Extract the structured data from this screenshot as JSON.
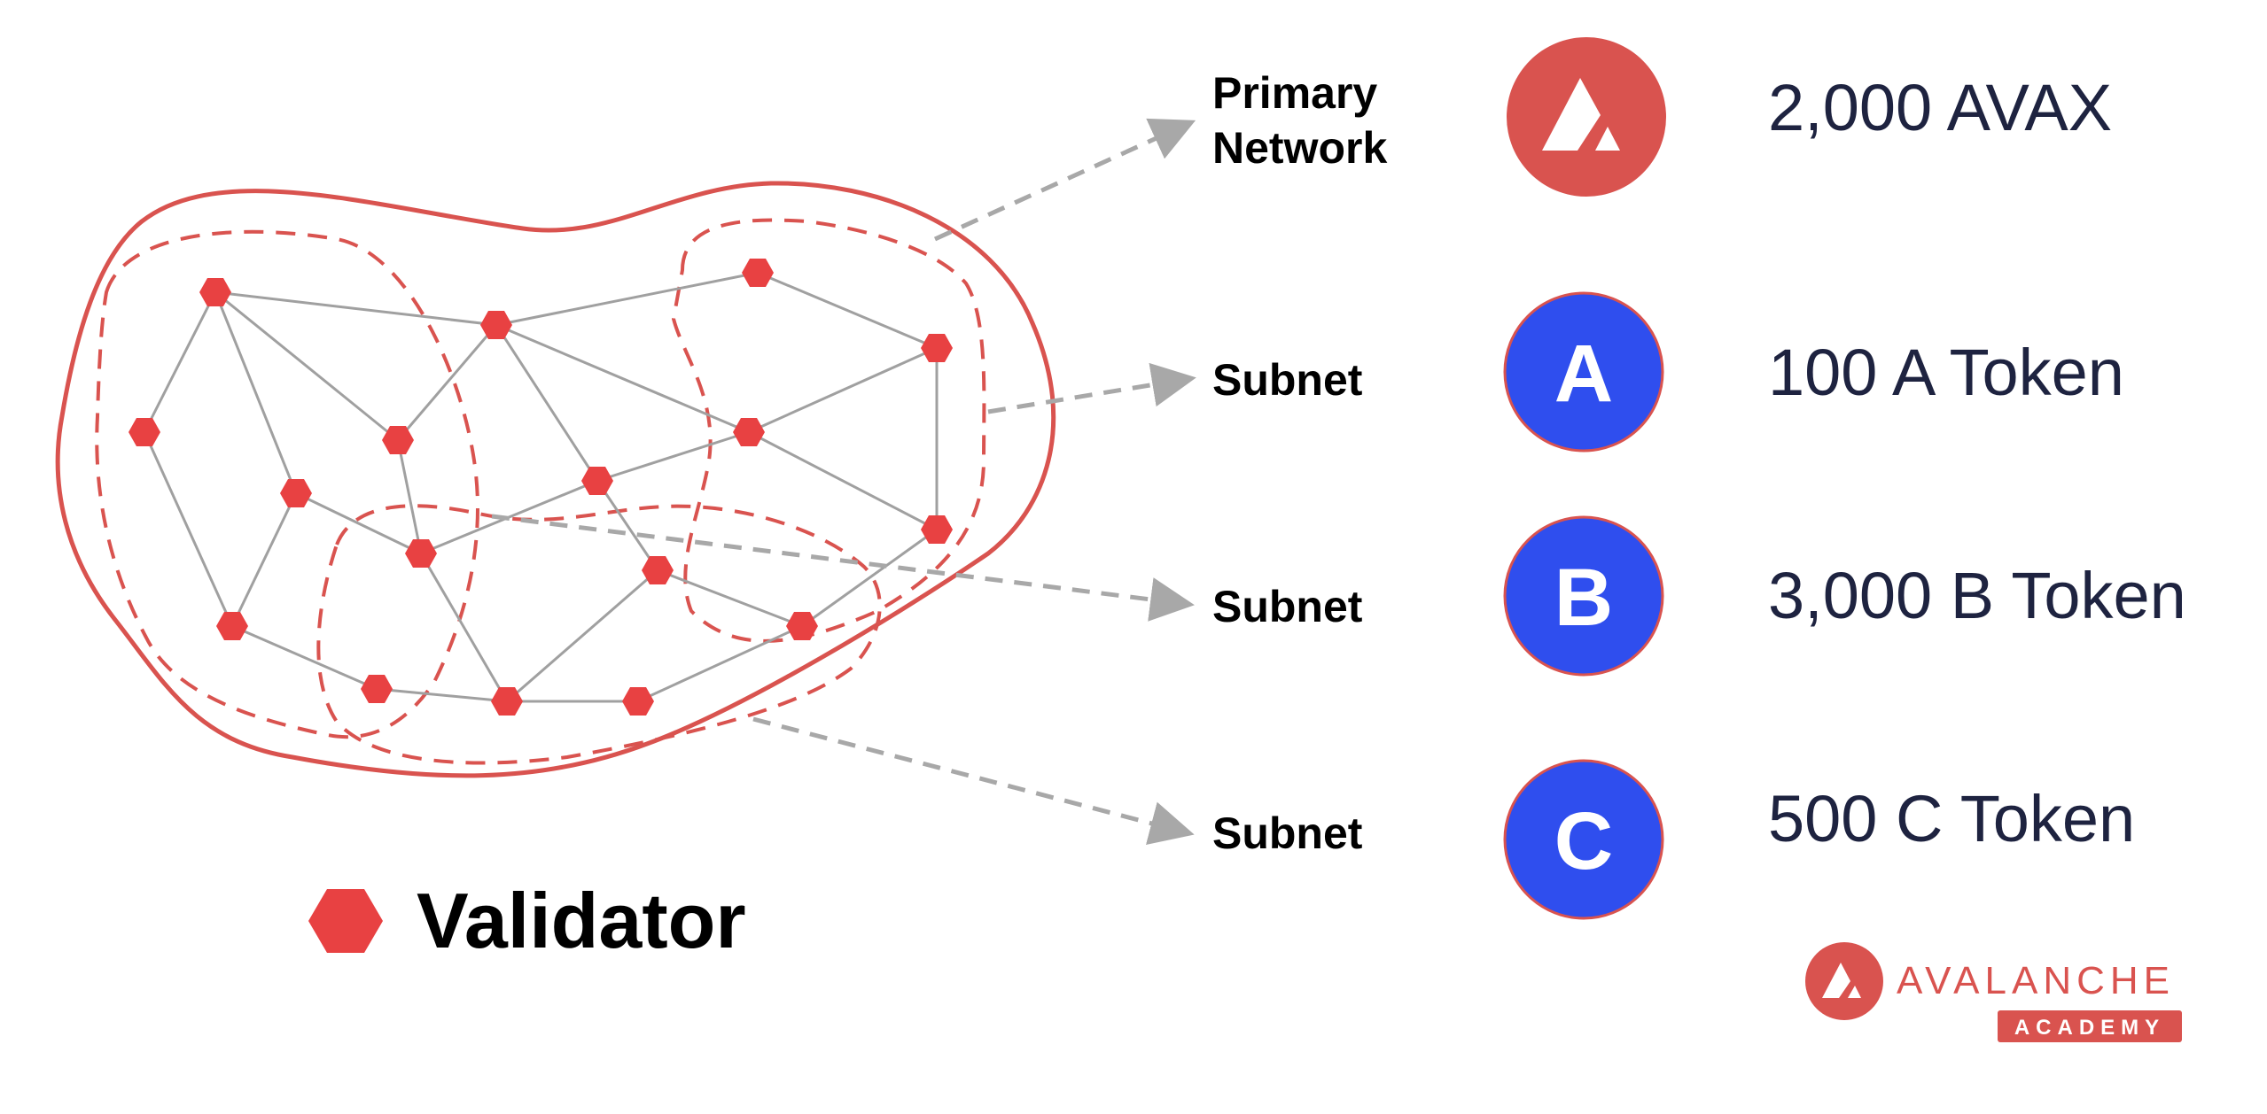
{
  "legend": {
    "label": "Validator",
    "icon": "hexagon-icon"
  },
  "colors": {
    "red": "#E84142",
    "outline_red": "#D9534F",
    "blue": "#2F4EEE",
    "edge_gray": "#A0A0A0",
    "arrow_gray": "#A8A8A8",
    "text_dark": "#1E2340",
    "text_black": "#000000"
  },
  "networks": [
    {
      "label_lines": [
        "Primary",
        "Network"
      ],
      "badge_letter": "",
      "badge_icon": "avalanche-logo-icon",
      "badge_color": "red",
      "stake": "2,000 AVAX"
    },
    {
      "label_lines": [
        "Subnet"
      ],
      "badge_letter": "A",
      "badge_color": "blue",
      "stake": "100 A Token"
    },
    {
      "label_lines": [
        "Subnet"
      ],
      "badge_letter": "B",
      "badge_color": "blue",
      "stake": "3,000 B Token"
    },
    {
      "label_lines": [
        "Subnet"
      ],
      "badge_letter": "C",
      "badge_color": "blue",
      "stake": "500 C Token"
    }
  ],
  "brand": {
    "name": "AVALANCHE",
    "sub": "ACADEMY",
    "icon": "avalanche-logo-icon"
  }
}
